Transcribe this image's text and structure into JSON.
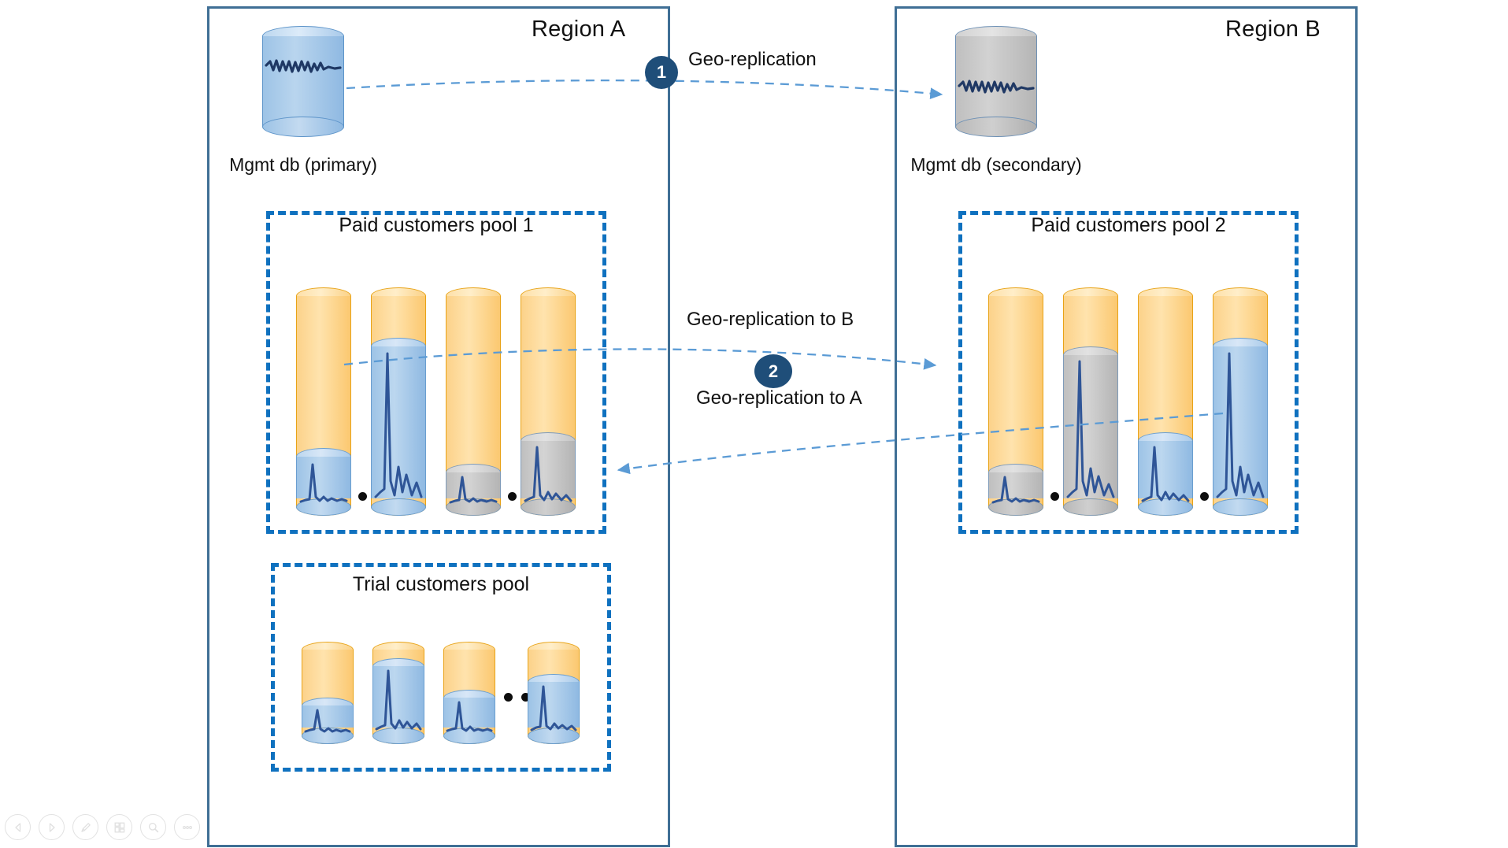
{
  "diagram": {
    "title_hidden": "",
    "colors": {
      "region_border": "#3f6f95",
      "pool_border": "#0f71bf",
      "badge_bg": "#1f4e79",
      "cylinder_orange": "#ffd88f",
      "cylinder_blue": "#9dc3e6",
      "cylinder_gray": "#bfbfbf",
      "sparkline": "#2f5597",
      "arrow": "#5b9bd5"
    }
  },
  "regions": [
    {
      "id": "region-a",
      "title": "Region A",
      "mgmt_db": {
        "label": "Mgmt db (primary)",
        "color": "blue"
      },
      "pools": [
        {
          "id": "paid-pool-1",
          "title": "Paid customers pool 1",
          "cylinders": [
            {
              "color": "blue",
              "fill_pct": 22,
              "height": "tall"
            },
            {
              "color": "blue",
              "fill_pct": 76,
              "height": "tall"
            },
            {
              "color": "gray",
              "fill_pct": 17,
              "height": "tall"
            },
            {
              "color": "gray",
              "fill_pct": 30,
              "height": "tall"
            }
          ],
          "ellipses_after": [
            0,
            2
          ]
        },
        {
          "id": "trial-pool",
          "title": "Trial customers pool",
          "cylinders": [
            {
              "color": "blue",
              "fill_pct": 35,
              "height": "short"
            },
            {
              "color": "blue",
              "fill_pct": 84,
              "height": "short"
            },
            {
              "color": "blue",
              "fill_pct": 44,
              "height": "short"
            },
            {
              "color": "blue",
              "fill_pct": 64,
              "height": "short"
            }
          ],
          "ellipses_after": [
            2
          ]
        }
      ]
    },
    {
      "id": "region-b",
      "title": "Region B",
      "mgmt_db": {
        "label": "Mgmt db (secondary)",
        "color": "gray"
      },
      "pools": [
        {
          "id": "paid-pool-2",
          "title": "Paid customers pool 2",
          "cylinders": [
            {
              "color": "gray",
              "fill_pct": 17,
              "height": "tall"
            },
            {
              "color": "gray",
              "fill_pct": 72,
              "height": "tall"
            },
            {
              "color": "blue",
              "fill_pct": 30,
              "height": "tall"
            },
            {
              "color": "blue",
              "fill_pct": 76,
              "height": "tall"
            }
          ],
          "ellipses_after": [
            0,
            2
          ]
        }
      ]
    }
  ],
  "connectors": [
    {
      "id": "geo-replication-mgmt",
      "badge": "1",
      "label": "Geo-replication",
      "from": "region-a-mgmt-db",
      "to": "region-b-mgmt-db"
    },
    {
      "id": "geo-replication-to-b",
      "badge": "2",
      "label": "Geo-replication to B",
      "from": "paid-pool-1",
      "to": "paid-pool-2"
    },
    {
      "id": "geo-replication-to-a",
      "badge": "",
      "label": "Geo-replication to A",
      "from": "paid-pool-2",
      "to": "paid-pool-1"
    }
  ],
  "toolbar": {
    "items": [
      {
        "name": "previous-slide-button",
        "icon": "triangle-left-icon"
      },
      {
        "name": "next-slide-button",
        "icon": "triangle-right-icon"
      },
      {
        "name": "pen-tool-button",
        "icon": "pen-icon"
      },
      {
        "name": "slide-grid-button",
        "icon": "grid-icon"
      },
      {
        "name": "zoom-button",
        "icon": "magnifier-icon"
      },
      {
        "name": "more-options-button",
        "icon": "ellipsis-icon"
      }
    ]
  }
}
